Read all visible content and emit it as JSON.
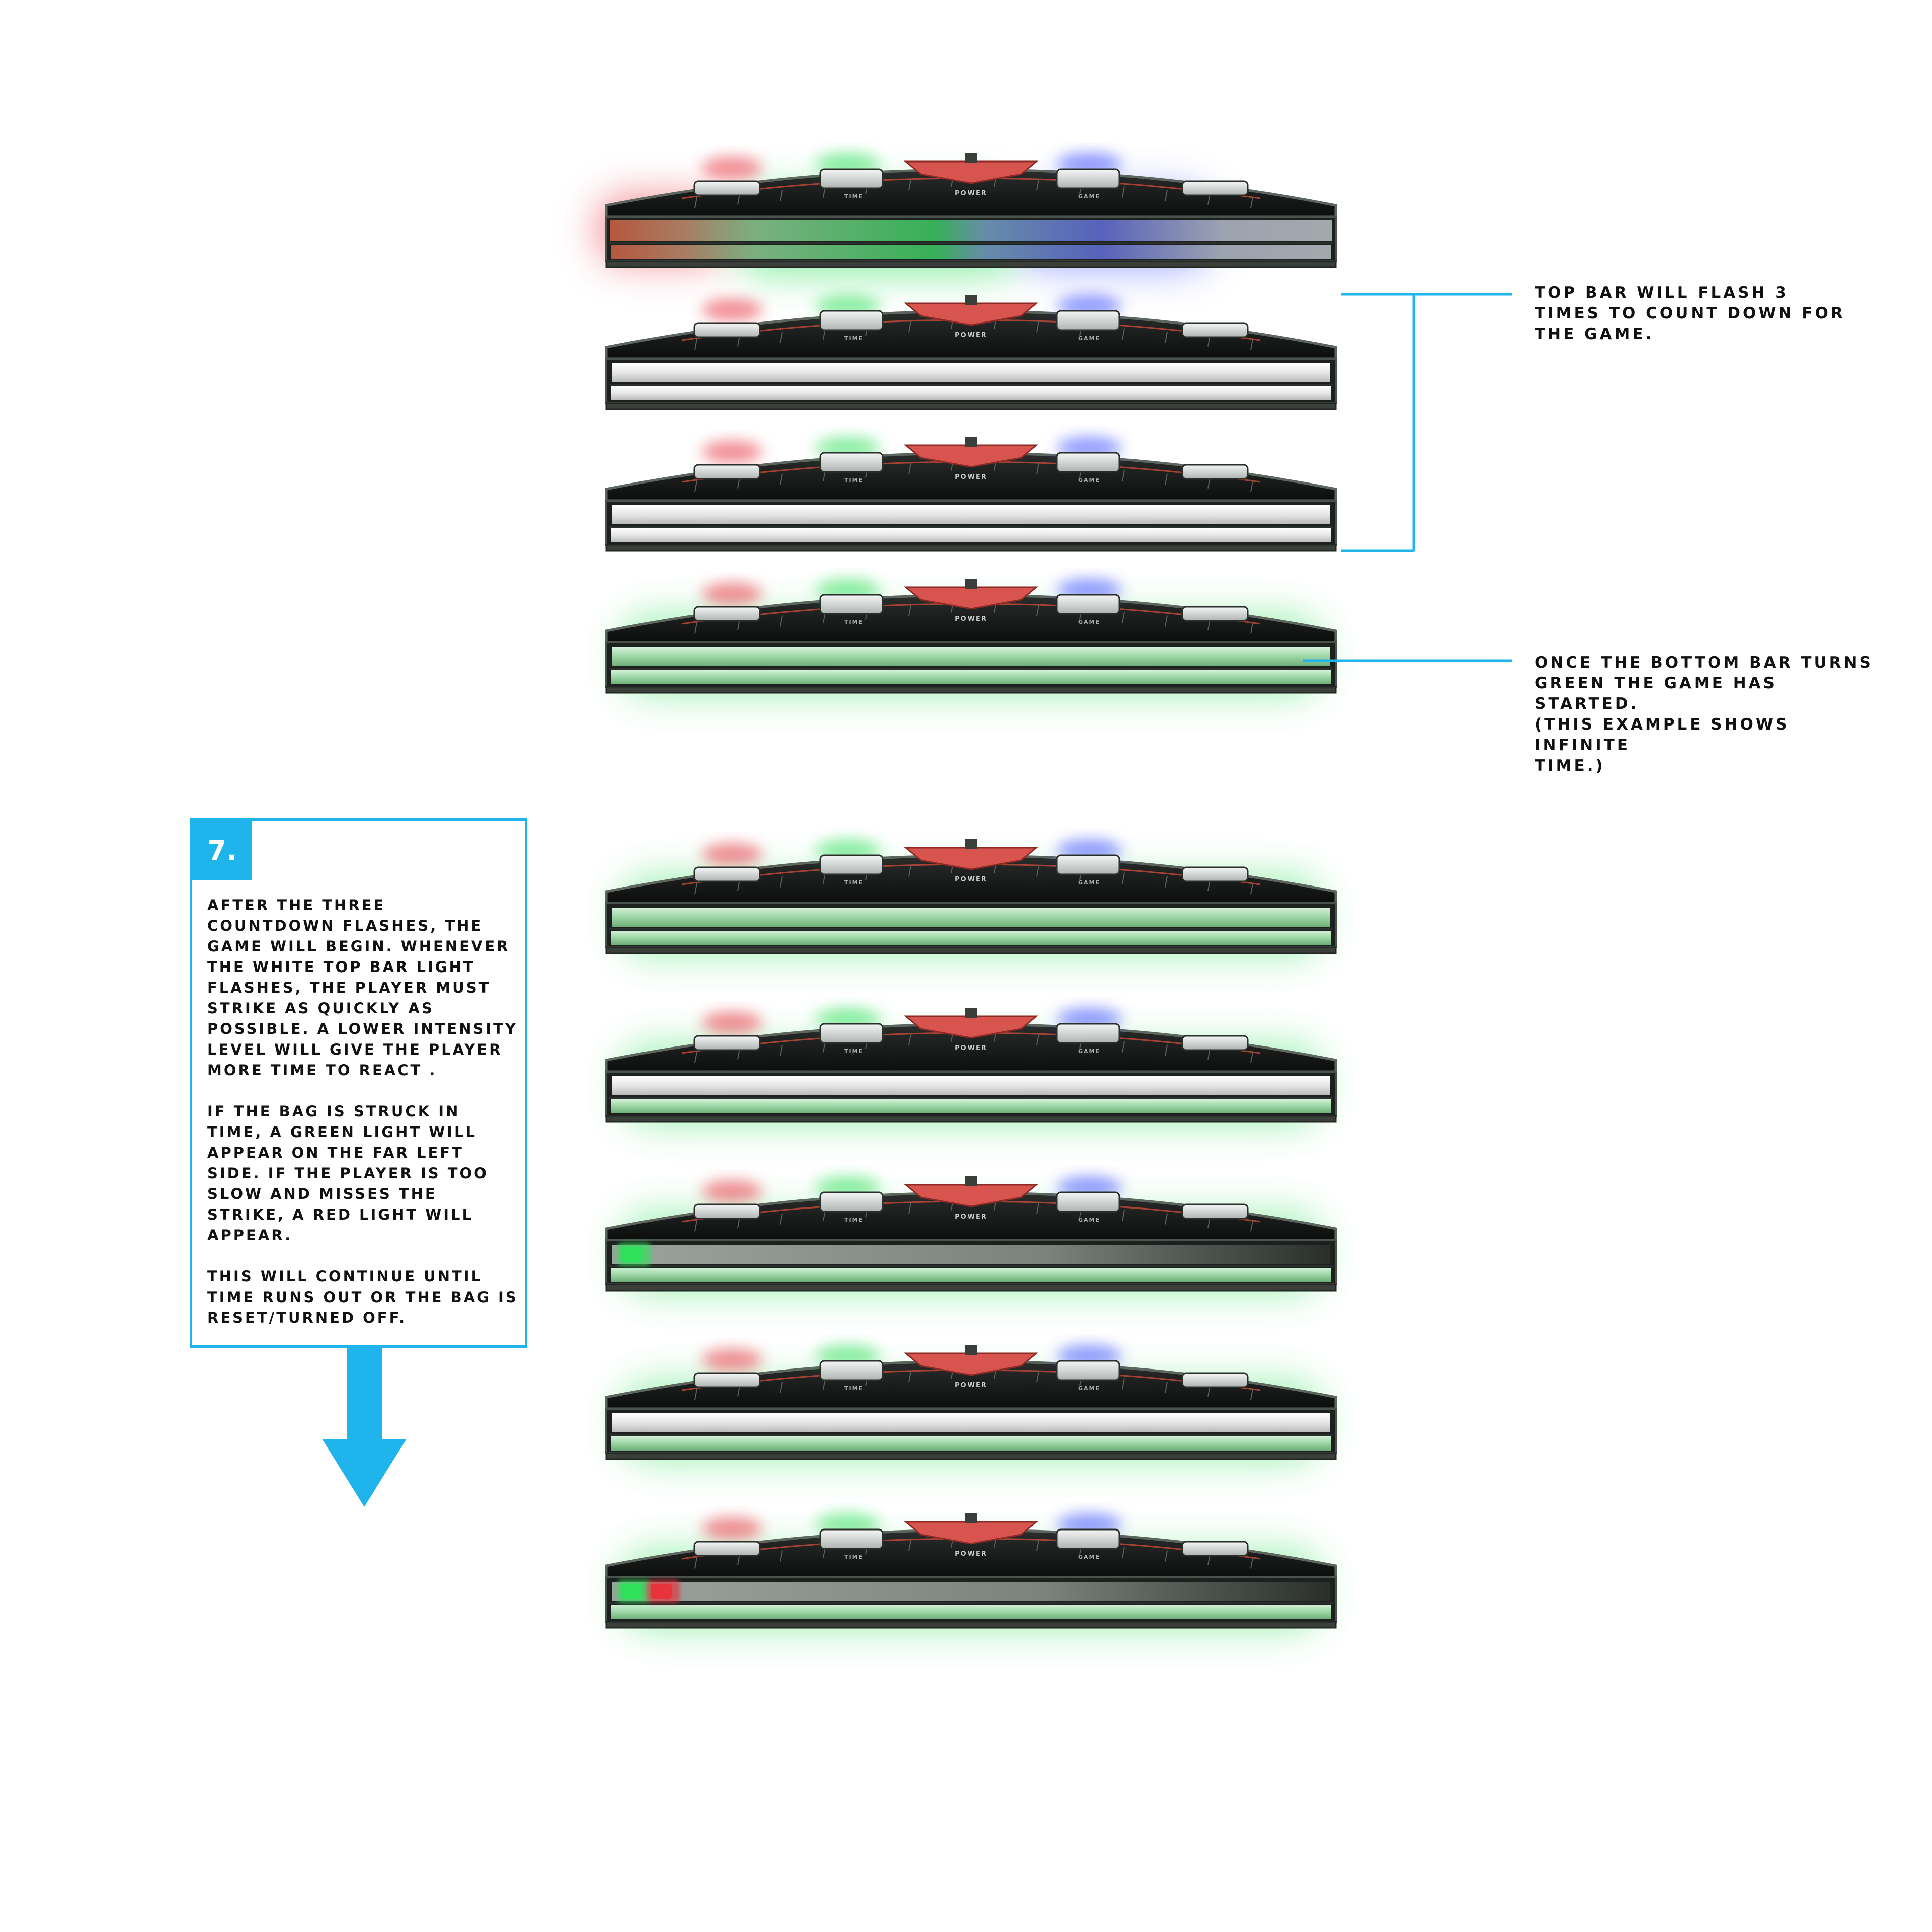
{
  "device_labels": {
    "power": "POWER",
    "time": "TIME",
    "game": "GAME"
  },
  "colors": {
    "accent": "#1fb5ec",
    "green_light": "#2ee05a",
    "red_light": "#e8323c",
    "blue_light": "#4a5cff",
    "white_light": "#f2f2f2"
  },
  "annotations": {
    "countdown": "TOP BAR WILL FLASH 3\nTIMES TO COUNT DOWN FOR\nTHE GAME.",
    "game_started": "ONCE THE BOTTOM BAR TURNS\nGREEN THE GAME HAS STARTED.\n(THIS EXAMPLE SHOWS INFINITE\nTIME.)"
  },
  "step": {
    "number": "7.",
    "paragraphs": [
      "AFTER THE THREE COUNTDOWN FLASHES, THE GAME WILL BEGIN. WHENEVER THE WHITE TOP BAR LIGHT FLASHES, THE PLAYER MUST STRIKE AS QUICKLY AS POSSIBLE. A LOWER INTENSITY LEVEL WILL GIVE THE PLAYER MORE TIME TO REACT .",
      "IF THE BAG IS STRUCK IN TIME, A GREEN LIGHT WILL APPEAR ON THE FAR LEFT SIDE. IF THE PLAYER IS TOO SLOW AND MISSES THE STRIKE, A RED LIGHT WILL APPEAR.",
      "THIS WILL CONTINUE UNTIL TIME RUNS OUT OR THE BAG IS RESET/TURNED OFF."
    ]
  },
  "devices": [
    {
      "id": "startup-rainbow",
      "glow": "rainbow",
      "top_bar": "rainbow",
      "bottom_bar": "rainbow",
      "hits": []
    },
    {
      "id": "countdown-flash-1",
      "glow": "none",
      "top_bar": "white",
      "bottom_bar": "white",
      "hits": []
    },
    {
      "id": "countdown-flash-2",
      "glow": "none",
      "top_bar": "white",
      "bottom_bar": "white",
      "hits": []
    },
    {
      "id": "game-started",
      "glow": "green",
      "top_bar": "green",
      "bottom_bar": "green",
      "hits": []
    },
    {
      "id": "game-idle",
      "glow": "green",
      "top_bar": "green",
      "bottom_bar": "green",
      "hits": []
    },
    {
      "id": "strike-signal",
      "glow": "green",
      "top_bar": "white",
      "bottom_bar": "green",
      "hits": []
    },
    {
      "id": "strike-hit",
      "glow": "green",
      "top_bar": "dark",
      "bottom_bar": "green",
      "hits": [
        "green"
      ]
    },
    {
      "id": "strike-signal-2",
      "glow": "green",
      "top_bar": "white",
      "bottom_bar": "green",
      "hits": []
    },
    {
      "id": "strike-miss",
      "glow": "green",
      "top_bar": "dark",
      "bottom_bar": "green",
      "hits": [
        "green",
        "red"
      ]
    }
  ]
}
